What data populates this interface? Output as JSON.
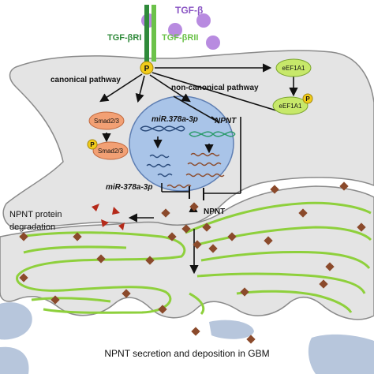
{
  "colors": {
    "cell": "#e4e4e4",
    "cell_edge": "#8a8a8a",
    "nucleus": "#a9c4e8",
    "nucleus_edge": "#5f7fb3",
    "gbm_line": "#8ed03c",
    "npnt_protein": "#8b4a2b",
    "degraded": "#b52a1a",
    "tgfb": "#b88be0",
    "smad": "#f2a074",
    "eef1a1": "#c7e86a",
    "phospho": "#f2cc1a",
    "receptor_I": "#2f8a3a",
    "receptor_II": "#6cc24a",
    "blue_blobs": "#b7c6dc"
  },
  "labels": {
    "tgfb": "TGF-β",
    "tgfbri": "TGF-βRI",
    "tgfbrii": "TGF-βRII",
    "phospho": "P",
    "canonical": "canonical pathway",
    "non_canonical": "non-canonical pathway",
    "smad23": "Smad2/3",
    "p_smad23": "Smad2/3",
    "eef1a1": "eEF1A1",
    "p_eef1a1": "eEF1A1",
    "mir_in_nucleus": "miR.378a-3p",
    "npnt_gene": "NPNT",
    "mir_cyto": "miR-378a-3p",
    "npnt": "NPNT",
    "degradation": "NPNT protein\ndegradation",
    "gbm_caption": "NPNT secretion and deposition in GBM"
  }
}
